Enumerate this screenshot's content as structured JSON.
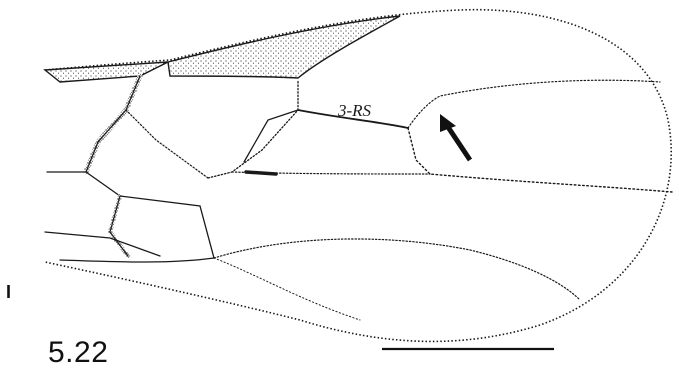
{
  "figure": {
    "number": "5.22",
    "vein_label": "3-RS",
    "panel_mark": "I"
  },
  "colors": {
    "ink": "#1a1a1a",
    "stipple": "#3a3a3a",
    "background": "#ffffff"
  },
  "icons": {
    "arrow": "arrow-pointing-up-left",
    "scale": "scale-bar"
  }
}
